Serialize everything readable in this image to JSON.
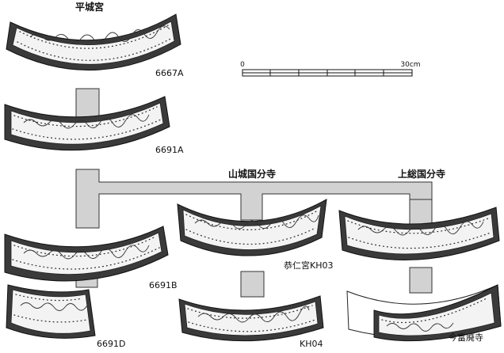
{
  "sites": {
    "heijo": "平城宮",
    "yamashiro": "山城国分寺",
    "kazusa": "上総国分寺",
    "imatomi": "今富廃寺"
  },
  "tiles": {
    "t6667A": "6667A",
    "t6691A": "6691A",
    "t6691B": "6691B",
    "t6691D": "6691D",
    "kuni_kh03": "恭仁宮KH03",
    "kh04": "KH04"
  },
  "scale": {
    "start": "0",
    "end": "30cm"
  },
  "colors": {
    "connector_fill": "#d2d2d2",
    "tile_dark": "#3a3a3a",
    "tile_light": "#f3f3f3"
  }
}
